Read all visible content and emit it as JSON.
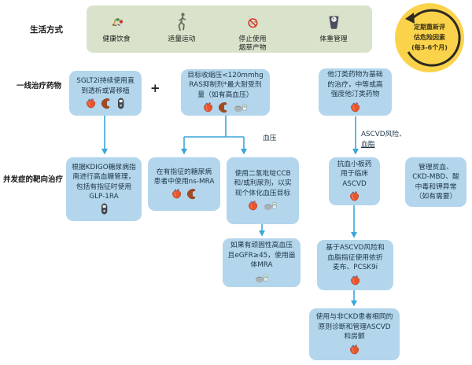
{
  "title": "CKD治疗流程图",
  "colors": {
    "panel_green": "#d9e2ca",
    "circle_yellow": "#fbd34b",
    "box_blue": "#b3d6ec",
    "arrow_blue": "#3aa6dc"
  },
  "row_labels": {
    "lifestyle": "生活方式",
    "first_line": "一线治疗药物",
    "complications": "并发症的靶向治疗"
  },
  "lifestyle_panel": {
    "items": [
      {
        "lines": [
          "健康饮食"
        ],
        "icons": [
          "healthy-diet-icon"
        ]
      },
      {
        "lines": [
          "适量运动"
        ],
        "icons": [
          "exercise-icon"
        ]
      },
      {
        "lines": [
          "停止使用",
          "烟草产物"
        ],
        "icons": [
          "no-tobacco-icon"
        ]
      },
      {
        "lines": [
          "体重管理"
        ],
        "icons": [
          "weight-scale-icon"
        ]
      }
    ]
  },
  "reassess_circle": {
    "lines": [
      "定期重新评",
      "估危险因素",
      "(每3-6个月)"
    ]
  },
  "operators": {
    "plus": "+"
  },
  "edge_labels": {
    "bp": "血压",
    "ascvd_line1": "ASCVD风险、",
    "ascvd_line2": "血脂"
  },
  "boxes": {
    "sglt2i": {
      "lines": [
        "SGLT2i持续使用直",
        "到透析或肾移植"
      ],
      "icons": [
        "heart-icon",
        "kidney-icon",
        "glucose-meter-icon"
      ]
    },
    "bp_target": {
      "lines": [
        "目标收缩压<120mmhg",
        "RAS抑制剂*最大耐受剂",
        "量（如有高血压）"
      ],
      "icons": [
        "heart-icon",
        "kidney-icon",
        "bp-monitor-icon"
      ]
    },
    "statin": {
      "lines": [
        "他汀类药物为基础",
        "的治疗，中等或高",
        "强度他汀类药物"
      ],
      "icons": [
        "heart-icon"
      ]
    },
    "glycemia": {
      "lines": [
        "根据KDIGO糖尿病指",
        "南进行高血糖管理，",
        "包括有指征时使用",
        "GLP-1RA"
      ],
      "icons": [
        "glucose-meter-icon"
      ]
    },
    "ns_mra": {
      "lines": [
        "在有指征的糖尿病",
        "患者中使用ns-MRA"
      ],
      "icons": [
        "heart-icon",
        "kidney-icon"
      ]
    },
    "ccb_diuretic": {
      "lines": [
        "使用二氢吡啶CCB",
        "和/或利尿剂，以实",
        "现个体化血压目标"
      ],
      "icons": [
        "heart-icon",
        "bp-monitor-icon"
      ]
    },
    "antiplatelet": {
      "lines": [
        "抗血小板药",
        "用于临床",
        "ASCVD"
      ],
      "icons": [
        "heart-icon"
      ]
    },
    "anemia": {
      "lines": [
        "管理贫血、",
        "CKD-MBD、酸",
        "中毒和钾异常",
        "（如有需要）"
      ],
      "icons": []
    },
    "steroidal_mra": {
      "lines": [
        "如果有顽固性高血压",
        "且eGFR≥45，使用甾",
        "体MRA"
      ],
      "icons": [
        "bp-monitor-icon"
      ]
    },
    "lipid": {
      "lines": [
        "基于ASCVD风险和",
        "血脂指征使用依折",
        "麦布、PCSK9i"
      ],
      "icons": [
        "heart-icon"
      ]
    },
    "ascvd_af": {
      "lines": [
        "使用与非CKD患者相同的",
        "原则诊断和管理ASCVD",
        "和房颤"
      ],
      "icons": [
        "heart-icon"
      ]
    }
  }
}
